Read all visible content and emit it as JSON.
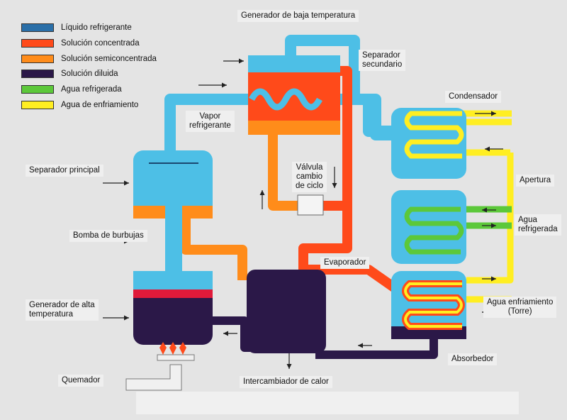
{
  "legend": [
    {
      "label": "Líquido refrigerante",
      "color": "#2a6fa8"
    },
    {
      "label": "Solución concentrada",
      "color": "#ff4a1a"
    },
    {
      "label": "Solución semiconcentrada",
      "color": "#ff8c1a"
    },
    {
      "label": "Solución diluida",
      "color": "#2b1848"
    },
    {
      "label": "Agua refrigerada",
      "color": "#5cc83a"
    },
    {
      "label": "Agua de enfriamiento",
      "color": "#ffee22"
    }
  ],
  "colors": {
    "refrigerant_vapor": "#4dbfe6",
    "concentrated": "#ff4a1a",
    "semiconcentrated": "#ff8c1a",
    "diluted": "#2b1848",
    "chilled_water": "#5cc83a",
    "cooling_water": "#ffee22",
    "background": "#e4e4e4"
  },
  "labels": {
    "low_temp_generator": "Generador de baja temperatura",
    "secondary_separator": "Separador\nsecundario",
    "condenser": "Condensador",
    "refrigerant_vapor": "Vapor\nrefrigerante",
    "main_separator": "Separador principal",
    "cycle_valve": "Válvula\ncambio\nde ciclo",
    "opening": "Apertura",
    "chilled_water": "Agua\nrefrigerada",
    "bubble_pump": "Bomba de burbujas",
    "evaporator": "Evaporador",
    "high_temp_generator": "Generador de alta\ntemperatura",
    "cooling_water_tower": "Agua enfriamiento\n(Torre)",
    "absorber": "Absorbedor",
    "burner": "Quemador",
    "heat_exchanger": "Intercambiador de calor"
  }
}
